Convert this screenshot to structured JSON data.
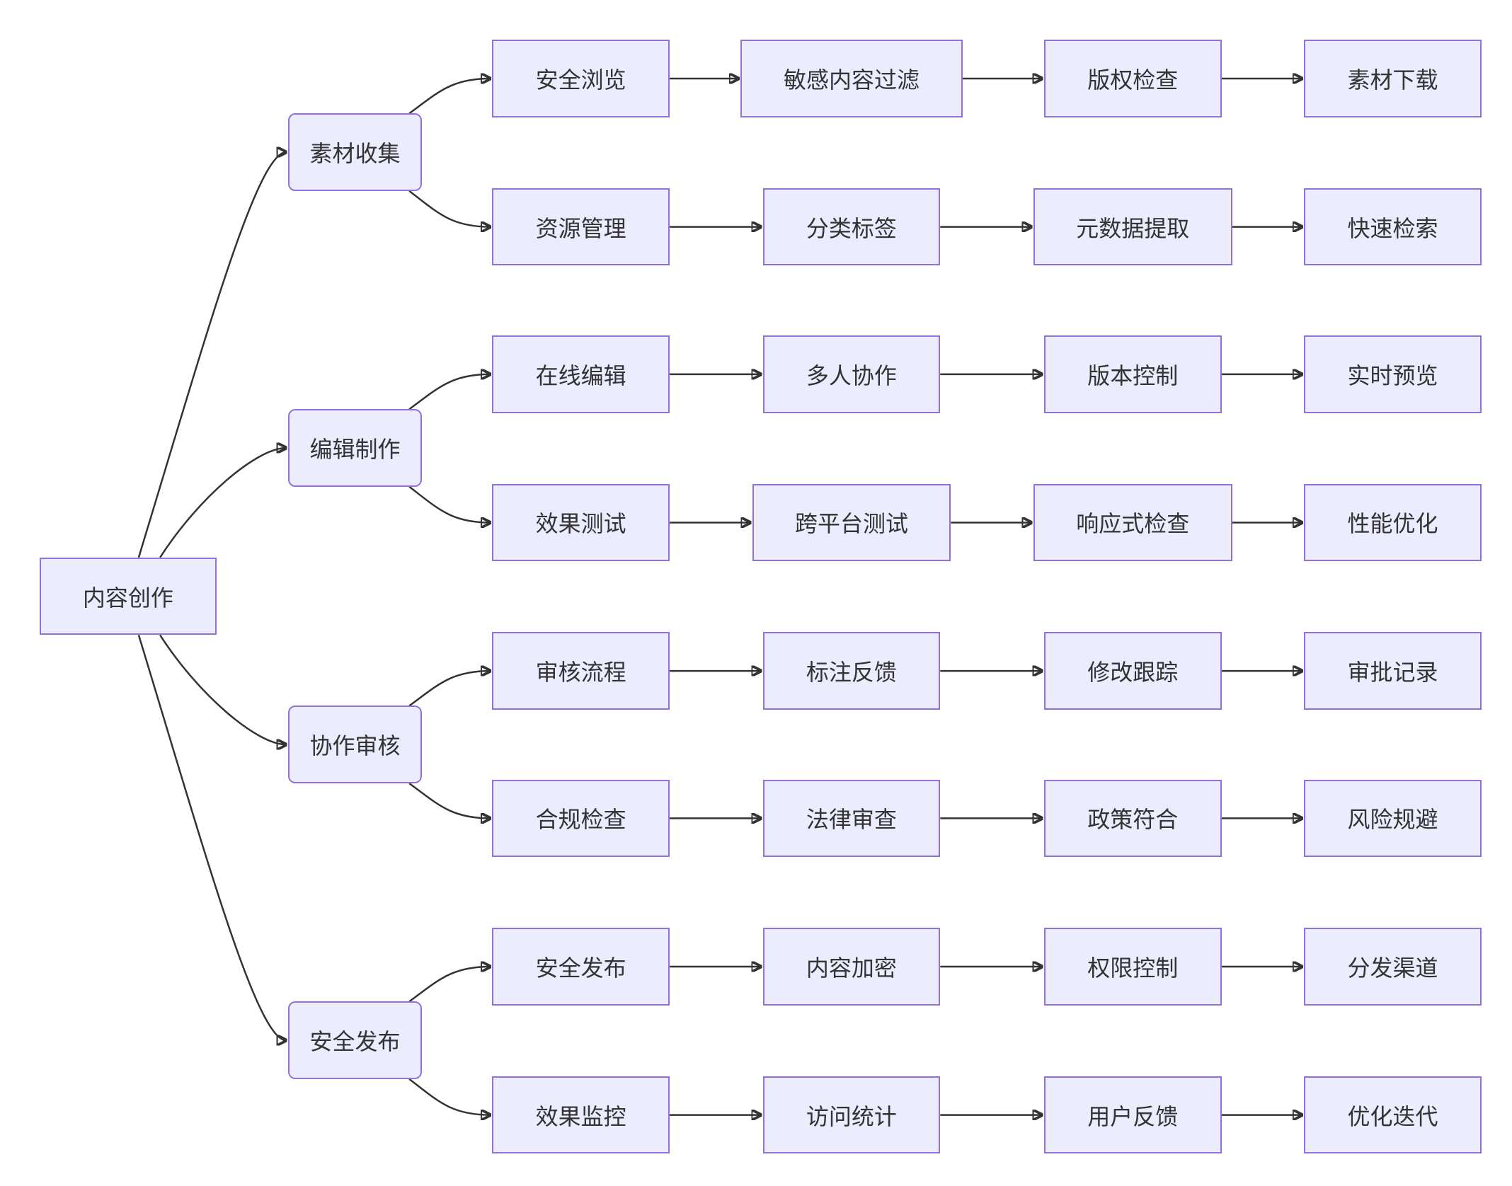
{
  "diagram": {
    "colors": {
      "node_fill": "#ECECFF",
      "node_border": "#9370DB",
      "edge": "#333333",
      "text": "#333333",
      "background": "#FFFFFF"
    },
    "root": {
      "id": "root",
      "label": "内容创作"
    },
    "branches": [
      {
        "id": "b1",
        "label": "素材收集",
        "rows": [
          [
            "安全浏览",
            "敏感内容过滤",
            "版权检查",
            "素材下载"
          ],
          [
            "资源管理",
            "分类标签",
            "元数据提取",
            "快速检索"
          ]
        ]
      },
      {
        "id": "b2",
        "label": "编辑制作",
        "rows": [
          [
            "在线编辑",
            "多人协作",
            "版本控制",
            "实时预览"
          ],
          [
            "效果测试",
            "跨平台测试",
            "响应式检查",
            "性能优化"
          ]
        ]
      },
      {
        "id": "b3",
        "label": "协作审核",
        "rows": [
          [
            "审核流程",
            "标注反馈",
            "修改跟踪",
            "审批记录"
          ],
          [
            "合规检查",
            "法律审查",
            "政策符合",
            "风险规避"
          ]
        ]
      },
      {
        "id": "b4",
        "label": "安全发布",
        "rows": [
          [
            "安全发布",
            "内容加密",
            "权限控制",
            "分发渠道"
          ],
          [
            "效果监控",
            "访问统计",
            "用户反馈",
            "优化迭代"
          ]
        ]
      }
    ]
  }
}
